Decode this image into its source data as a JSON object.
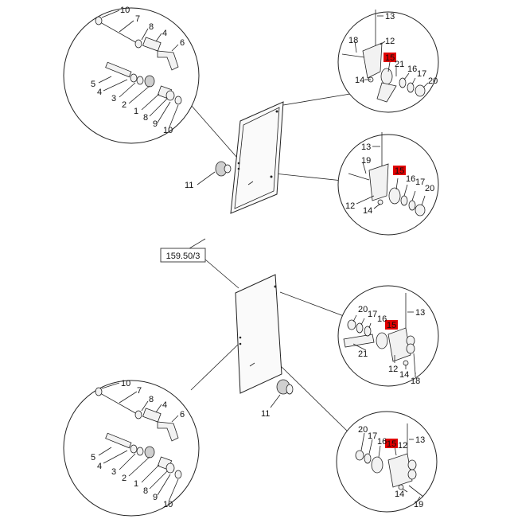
{
  "reference": "159.50/3",
  "labels": {
    "n1": "1",
    "n2": "2",
    "n3": "3",
    "n4": "4",
    "n5": "5",
    "n6": "6",
    "n7": "7",
    "n8": "8",
    "n9": "9",
    "n10": "10",
    "n11": "11",
    "n12": "12",
    "n13": "13",
    "n14": "14",
    "n15": "15",
    "n16": "16",
    "n17": "17",
    "n18": "18",
    "n19": "19",
    "n20": "20",
    "n21": "21"
  },
  "colors": {
    "highlight": "#e00000",
    "line": "#222222"
  }
}
